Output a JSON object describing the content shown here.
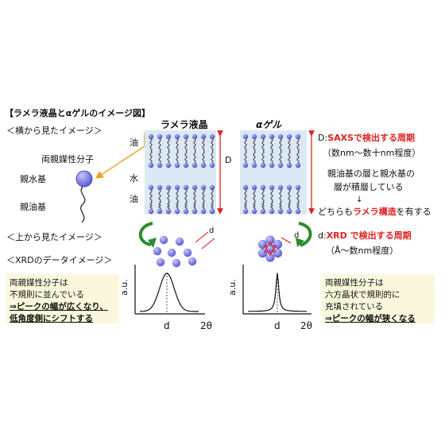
{
  "title": "【ラメラ液晶とαゲルのイメージ図】",
  "side_view_label": "＜横から見たイメージ＞",
  "top_view_label": "＜上から見たイメージ＞",
  "xrd_label": "＜XRDのデータイメージ＞",
  "molecule": {
    "name": "両親媒性分子",
    "hydrophilic": "親水基",
    "lipophilic": "親油基"
  },
  "layers": {
    "oil": "油",
    "water": "水"
  },
  "panels": {
    "lamellar": "ラメラ液晶",
    "alpha_gel": "αゲル"
  },
  "spacing_label": "D",
  "d_label": "d",
  "saxs": {
    "prefix": "D:",
    "highlight": "SAXSで検出する周期",
    "range": "（数nm～数十nm程度）"
  },
  "layer_desc": {
    "line1": "親油基の層と親水基の",
    "line2": "層が積層している",
    "arrow": "↓",
    "line3_pre": "どちらも",
    "line3_highlight": "ラメラ構造",
    "line3_post": "を有する"
  },
  "xrd": {
    "prefix": "d:",
    "highlight": "XRD で検出する周期",
    "range": "（Å～数nm程度）"
  },
  "left_box": {
    "line1": "両親媒性分子は",
    "line2": "不規則に並んでいる",
    "line3": "⇒ピークの幅が広くなり、",
    "line4": "低角度側にシフトする"
  },
  "right_box": {
    "line1": "両親媒性分子は",
    "line2": "六方晶状で規則的に",
    "line3": "充填されている",
    "line4": "⇒ピークの幅が狭くなる"
  },
  "plot": {
    "ylabel": "a.u.",
    "xlabel": "2θ",
    "peak_label": "d"
  },
  "colors": {
    "accent_red": "#e02020",
    "molecule_blue": "#5b5bd6",
    "panel_bg": "#dbe9f6",
    "box_bg": "#fbf7dc",
    "arrow_green": "#2e8b2e",
    "highlight_orange": "#f0a020"
  }
}
